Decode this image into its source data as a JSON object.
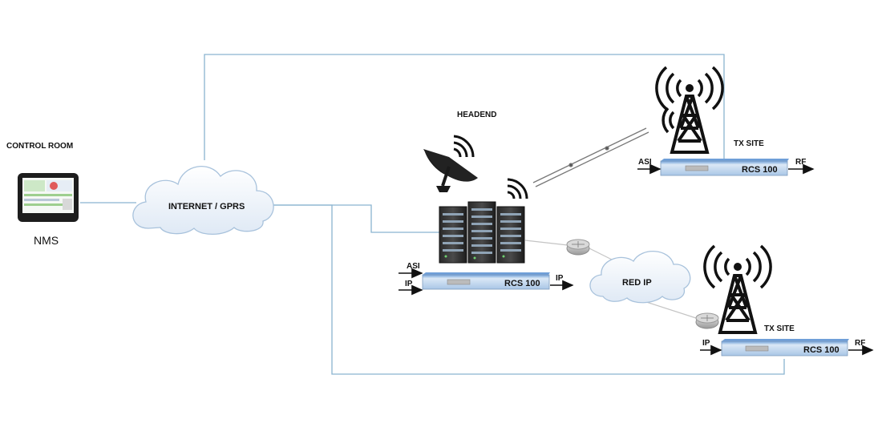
{
  "control_room": {
    "label": "CONTROL ROOM",
    "nms_label": "NMS"
  },
  "cloud_internet": {
    "label": "INTERNET / GPRS"
  },
  "headend": {
    "label": "HEADEND",
    "device_label": "RCS 100",
    "inputs": [
      "ASI",
      "IP"
    ],
    "output": "IP"
  },
  "cloud_red_ip": {
    "label": "RED IP"
  },
  "tx_site_top": {
    "label": "TX SITE",
    "device_label": "RCS 100",
    "input": "ASI",
    "output": "RF"
  },
  "tx_site_bottom": {
    "label": "TX SITE",
    "device_label": "RCS 100",
    "input": "IP",
    "output": "RF"
  },
  "colors": {
    "link_line": "#8ab4d0",
    "device_fill": "#cfe0f2",
    "device_top": "#7aa6d6",
    "cloud_fill": "#eef4fb",
    "cloud_stroke": "#a8c2dc"
  }
}
